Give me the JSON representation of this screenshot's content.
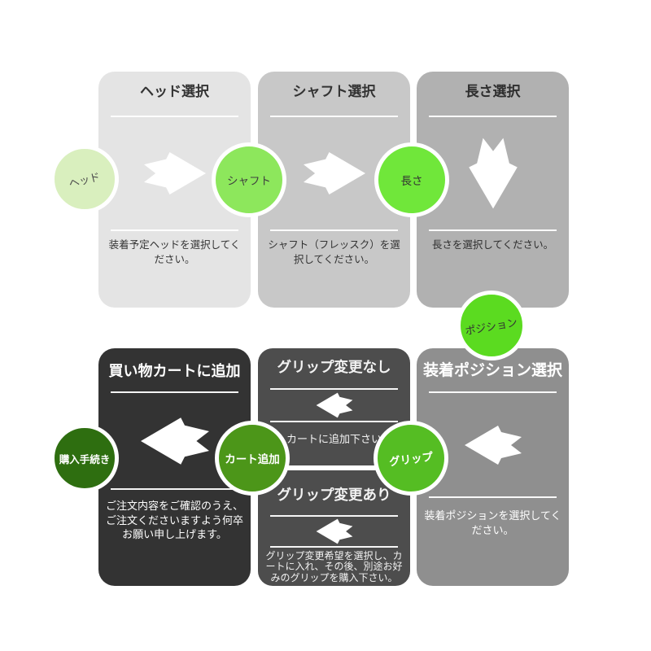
{
  "page": {
    "background": "#ffffff"
  },
  "panels": [
    {
      "id": "head-selection",
      "title": "ヘッド選択",
      "description": "装着予定ヘッドを選択してください。",
      "arrow": "right",
      "bg": "#e4e4e4",
      "fg": "#333333"
    },
    {
      "id": "shaft-selection",
      "title": "シャフト選択",
      "description": "シャフト（フレッスク）を選択してください。",
      "arrow": "right",
      "bg": "#c8c8c8",
      "fg": "#333333"
    },
    {
      "id": "length-selection",
      "title": "長さ選択",
      "description": "長さを選択してください。",
      "arrow": "down",
      "bg": "#b1b1b1",
      "fg": "#2e2e2e"
    },
    {
      "id": "add-to-cart",
      "title": "買い物カートに追加",
      "description": "ご注文内容をご確認のうえ、ご注文くださいますよう何卒お願い申し上げます。",
      "arrow": "left",
      "bg": "#333333",
      "fg": "#ffffff"
    },
    {
      "id": "grip-no-change",
      "title": "グリップ変更なし",
      "description": "カートに追加下さい",
      "arrow": "left",
      "bg": "#4d4d4d",
      "fg": "#f2f2f2"
    },
    {
      "id": "grip-change",
      "title": "グリップ変更あり",
      "description": "グリップ変更希望を選択し、カートに入れ、その後、別途お好みのグリップを購入下さい。",
      "arrow": "left",
      "bg": "#4d4d4d",
      "fg": "#f2f2f2"
    },
    {
      "id": "position-selection",
      "title": "装着ポジション選択",
      "description": "装着ポジションを選択してください。",
      "arrow": "left",
      "bg": "#8f8f8f",
      "fg": "#ffffff"
    }
  ],
  "badges": [
    {
      "id": "head",
      "label": "ヘッド",
      "bg": "#d9efbe",
      "color": "#4a4a4a"
    },
    {
      "id": "shaft",
      "label": "シャフト",
      "bg": "#8de75c",
      "color": "#3f3f3f"
    },
    {
      "id": "length",
      "label": "長さ",
      "bg": "#70e73a",
      "color": "#333333"
    },
    {
      "id": "position",
      "label": "ポジション",
      "bg": "#5bdb20",
      "color": "#333333"
    },
    {
      "id": "grip",
      "label": "グリップ",
      "bg": "#55bd23",
      "color": "#ffffff"
    },
    {
      "id": "cart-add",
      "label": "カート追加",
      "bg": "#4c9619",
      "color": "#ffffff"
    },
    {
      "id": "purchase",
      "label": "購入手続き",
      "bg": "#2e6e10",
      "color": "#ffffff"
    }
  ]
}
